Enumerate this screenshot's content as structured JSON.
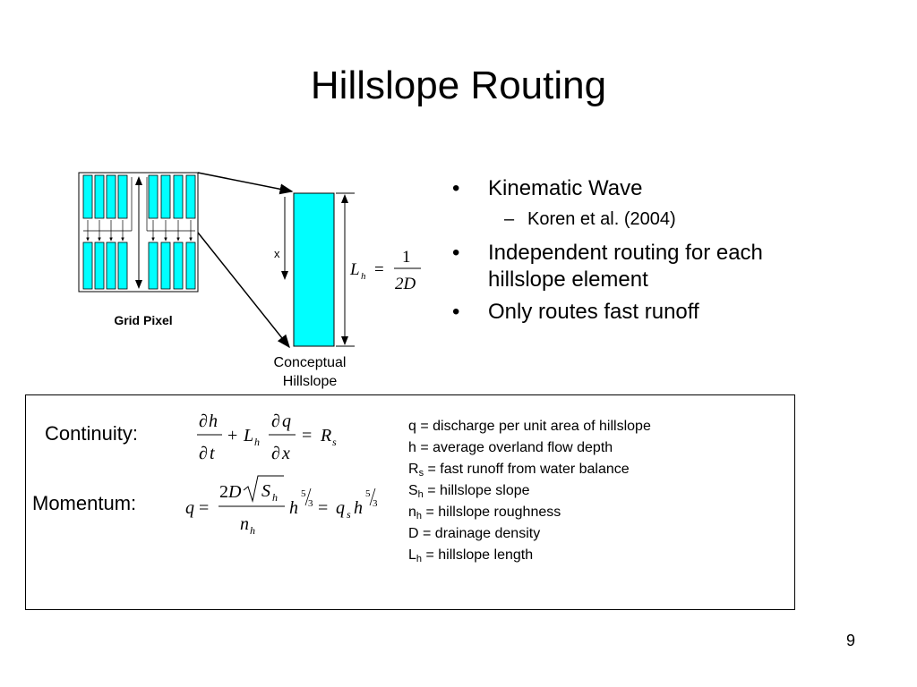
{
  "slide": {
    "title": "Hillslope Routing",
    "page_number": "9"
  },
  "diagram": {
    "grid_label": "Grid Pixel",
    "concept_line1": "Conceptual",
    "concept_line2": "Hillslope",
    "x_label": "x",
    "lh_L": "L",
    "lh_sub": "h",
    "lh_num": "1",
    "lh_den": "2D",
    "fill_color": "#00ffff"
  },
  "bullets": {
    "b1": "Kinematic Wave",
    "b1_sub": "Koren et al. (2004)",
    "b2_line1": "Independent routing for each",
    "b2_line2": "hillslope element",
    "b3": "Only routes fast runoff"
  },
  "equations": {
    "continuity_label": "Continuity:",
    "momentum_label": "Momentum:"
  },
  "legend": {
    "q": "q = discharge per unit area of hillslope",
    "h": "h = average overland flow depth",
    "rs_sym": "R",
    "rs_sub": "s",
    "rs_text": " = fast runoff from water balance",
    "sh_sym": "S",
    "sh_sub": "h",
    "sh_text": " = hillslope slope",
    "nh_sym": "n",
    "nh_sub": "h",
    "nh_text": " = hillslope roughness",
    "d": "D = drainage density",
    "lh_sym": "L",
    "lh_sub": "h",
    "lh_text": " = hillslope length"
  }
}
